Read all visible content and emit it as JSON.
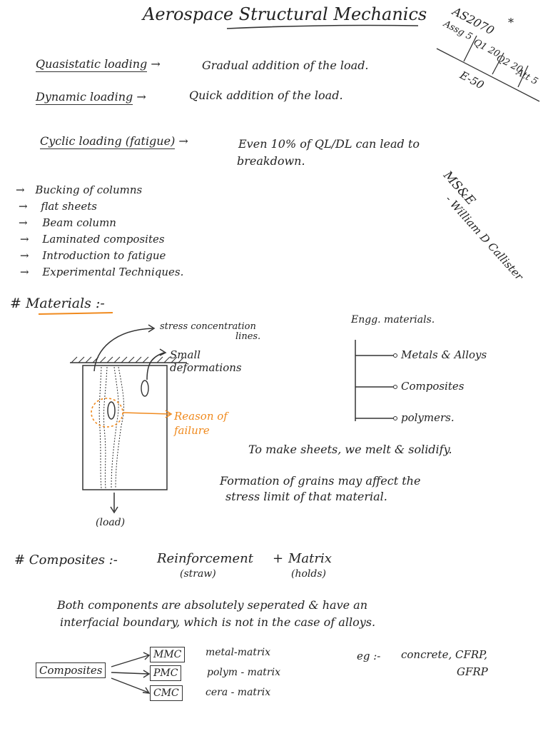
{
  "title": "Aerospace Structural Mechanics",
  "course": {
    "code": "AS2070",
    "mark": "*",
    "grading": [
      "Assg 5",
      "Q1 20",
      "Q2 20",
      "Att 5"
    ],
    "exam": "E-50"
  },
  "loading": [
    {
      "term": "Quasistatic loading",
      "arrow": "→",
      "desc": "Gradual addition of the load."
    },
    {
      "term": "Dynamic loading",
      "arrow": "→",
      "desc": "Quick addition of the load."
    },
    {
      "term": "Cyclic loading (fatigue)",
      "arrow": "→",
      "desc": "Even 10% of QL/DL can lead to",
      "desc2": "breakdown."
    }
  ],
  "topics": [
    "Bucking of columns",
    "flat sheets",
    "Beam column",
    "Laminated composites",
    "Introduction to fatigue",
    "Experimental Techniques."
  ],
  "topic_arrow": "→",
  "reference": {
    "book": "MS&E",
    "author": "- William D Callister"
  },
  "materials": {
    "heading": "# Materials :-",
    "diagram": {
      "stress_lines": "stress concentration",
      "stress_lines2": "lines.",
      "small_def": "Small",
      "small_def2": "deformations",
      "reason": "Reason of",
      "reason2": "failure",
      "load": "(load)"
    },
    "engg_title": "Engg. materials.",
    "engg_items": [
      "Metals & Alloys",
      "Composites",
      "polymers."
    ],
    "note1": "To make sheets, we melt & solidify.",
    "note2a": "Formation of grains may affect the",
    "note2b": "stress limit of that material."
  },
  "composites": {
    "heading": "# Composites :-",
    "reinforcement": "Reinforcement",
    "reinforcement_note": "(straw)",
    "plus": "+",
    "matrix": "Matrix",
    "matrix_note": "(holds)",
    "para1": "Both components are absolutely seperated & have an",
    "para2": "interfacial boundary, which is not in the case of alloys.",
    "root": "Composites",
    "types": [
      {
        "abbr": "MMC",
        "name": "metal-matrix"
      },
      {
        "abbr": "PMC",
        "name": "polym - matrix"
      },
      {
        "abbr": "CMC",
        "name": "cera - matrix"
      }
    ],
    "eg_label": "eg :-",
    "eg_line1": "concrete, CFRP,",
    "eg_line2": "GFRP"
  },
  "colors": {
    "ink": "#222222",
    "accent": "#f08a1e"
  }
}
